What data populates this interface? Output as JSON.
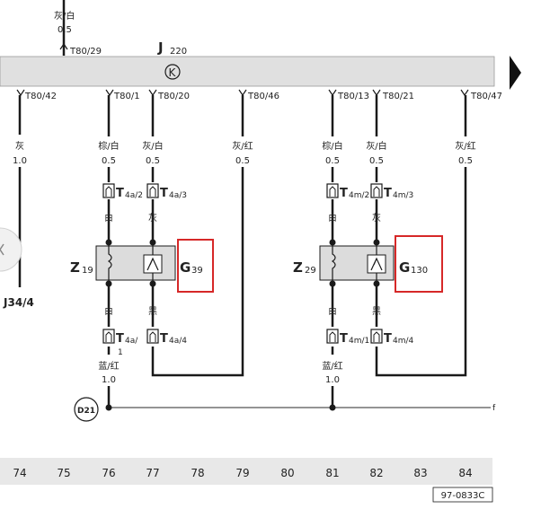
{
  "top_wire": {
    "color": "灰/白",
    "size": "0.5",
    "pin": "T80/29"
  },
  "bus": {
    "id_main": "J",
    "id_sub": "220",
    "symbol": "K"
  },
  "pins": {
    "t42": "T80/42",
    "t1": "T80/1",
    "t20": "T80/20",
    "t46": "T80/46",
    "t13": "T80/13",
    "t21": "T80/21",
    "t47": "T80/47"
  },
  "wires": {
    "w42": {
      "color": "灰",
      "size": "1.0"
    },
    "w1": {
      "color": "棕/白",
      "size": "0.5"
    },
    "w20": {
      "color": "灰/白",
      "size": "0.5"
    },
    "w46": {
      "color": "灰/红",
      "size": "0.5"
    },
    "w13": {
      "color": "棕/白",
      "size": "0.5"
    },
    "w21": {
      "color": "灰/白",
      "size": "0.5"
    },
    "w47": {
      "color": "灰/红",
      "size": "0.5"
    }
  },
  "connectors_top": {
    "c1_main": "T",
    "c1_sub": "4a/2",
    "c2_main": "T",
    "c2_sub": "4a/3",
    "c3_main": "T",
    "c3_sub": "4m/2",
    "c4_main": "T",
    "c4_sub": "4m/3"
  },
  "mid_wires": {
    "a": "白",
    "b": "灰",
    "c": "白",
    "d": "灰"
  },
  "components": {
    "z19_main": "Z",
    "z19_sub": "19",
    "g39_main": "G",
    "g39_sub": "39",
    "z29_main": "Z",
    "z29_sub": "29",
    "g130_main": "G",
    "g130_sub": "130"
  },
  "left_ref": "J34/4",
  "low_wires": {
    "a": "白",
    "b": "黑",
    "c": "白",
    "d": "黑"
  },
  "connectors_bottom": {
    "c1_main": "T",
    "c1_sub": "4a/",
    "c1_extra": "1",
    "c2_main": "T",
    "c2_sub": "4a/4",
    "c3_main": "T",
    "c3_sub": "4m/1",
    "c4_main": "T",
    "c4_sub": "4m/4"
  },
  "ground_wires": {
    "left": {
      "color": "蓝/红",
      "size": "1.0"
    },
    "right": {
      "color": "蓝/红",
      "size": "1.0"
    }
  },
  "ground_point": "D21",
  "ground_end": "f",
  "columns": [
    "74",
    "75",
    "76",
    "77",
    "78",
    "79",
    "80",
    "81",
    "82",
    "83",
    "84"
  ],
  "figure_code": "97-0833C",
  "colors": {
    "wire": "#1a1a1a",
    "bus_fill": "#e0e0e0",
    "highlight": "#d62828",
    "grid_band": "#e8e8e8"
  }
}
